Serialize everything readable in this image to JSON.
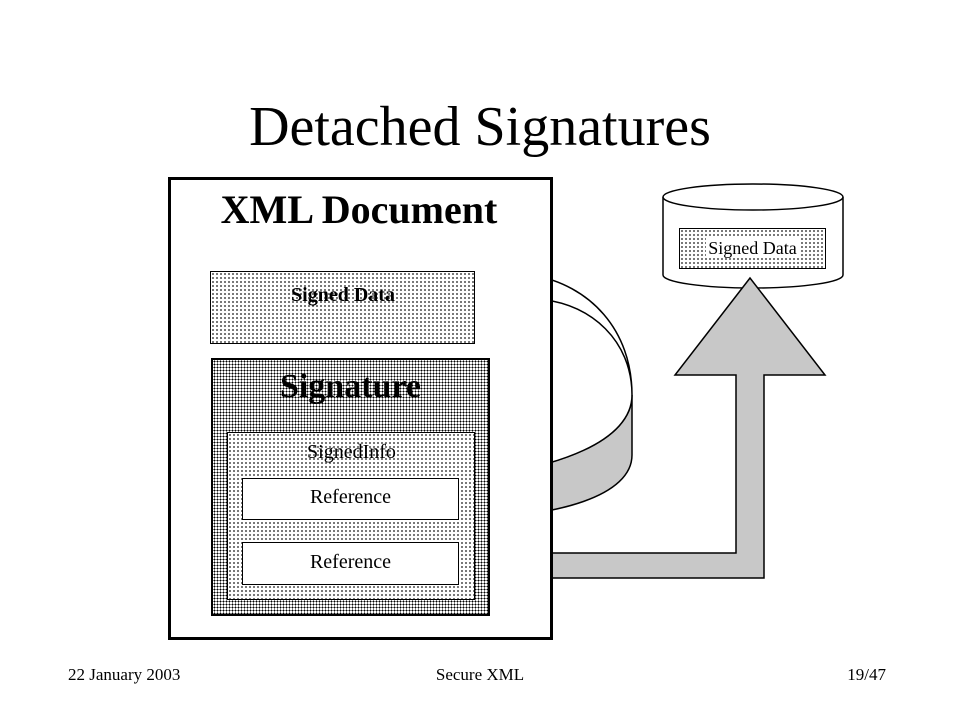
{
  "slide": {
    "title": "Detached Signatures"
  },
  "diagram": {
    "xml_document_label": "XML Document",
    "signed_data_label": "Signed Data",
    "signature_label": "Signature",
    "signedinfo_label": "SignedInfo",
    "references": [
      "Reference",
      "Reference"
    ],
    "external_store_label": "Signed Data",
    "arrow_fill_color": "#c8c8c8"
  },
  "footer": {
    "date": "22 January 2003",
    "center": "Secure XML",
    "page": "19/47"
  }
}
